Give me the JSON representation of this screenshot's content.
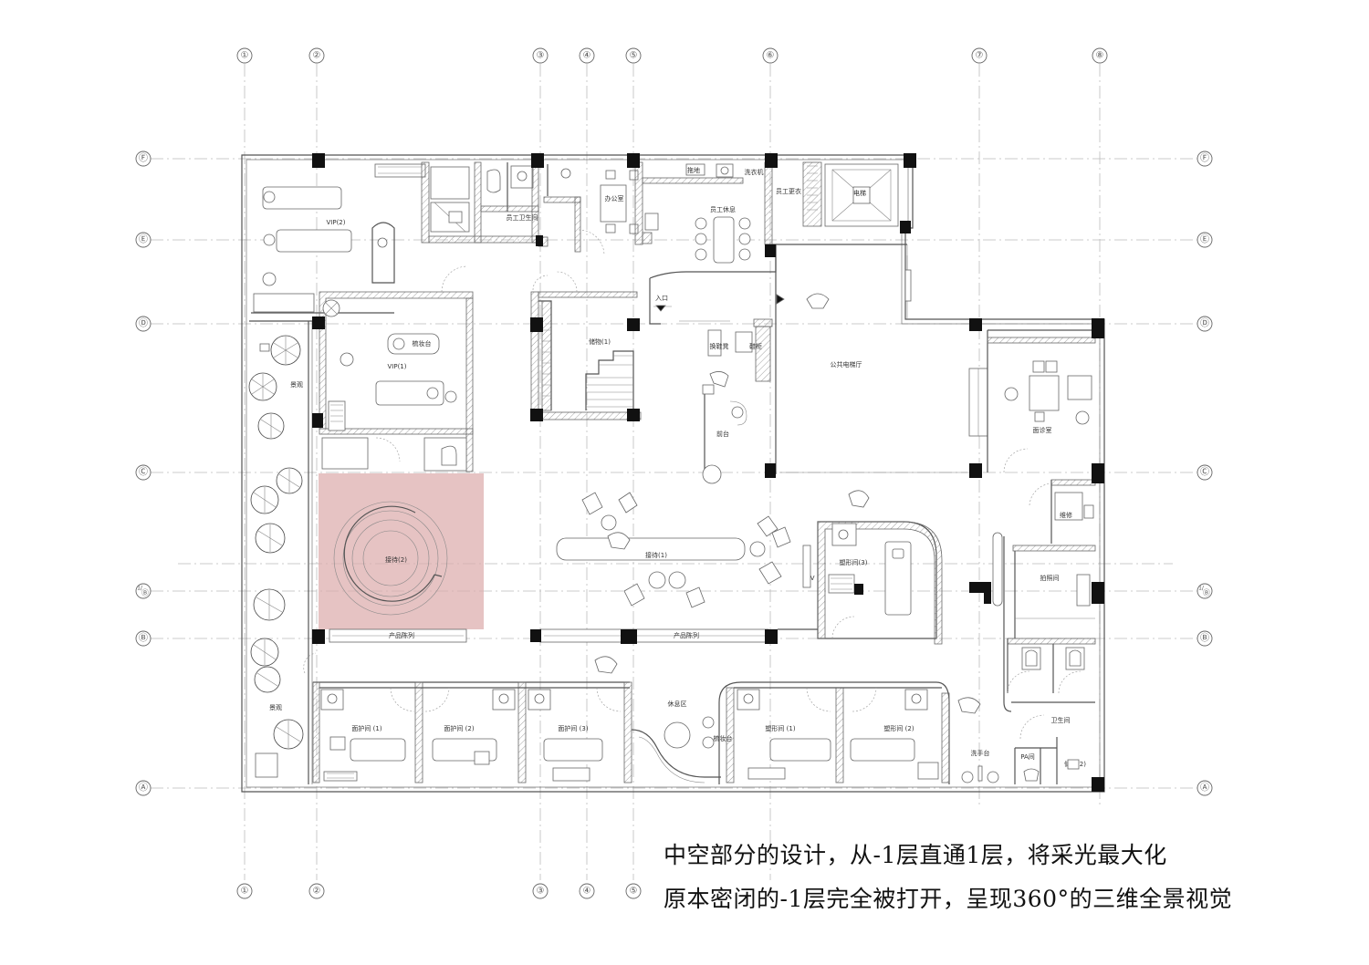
{
  "axes": {
    "vertical": [
      "①",
      "②",
      "③",
      "④",
      "⑤",
      "⑥",
      "⑦",
      "⑧"
    ],
    "horizontal": [
      "Ⓕ",
      "Ⓔ",
      "Ⓓ",
      "Ⓒ",
      "Ⓑ",
      "Ⓐ"
    ],
    "extra_horizontal": "Ⓑ",
    "extra_horizontal_prefix": "1/"
  },
  "rooms": {
    "vip2": "VIP(2)",
    "staff_toilet": "员工卫生间",
    "office": "办公室",
    "staff_rest": "员工休息",
    "mop": "拖地",
    "washer": "洗衣机",
    "staff_change": "员工更衣",
    "elevator": "电梯",
    "entrance": "入口",
    "vip1": "VIP(1)",
    "makeup1": "梳妆台",
    "storage1": "储物(1)",
    "shoe_stool": "换鞋凳",
    "shoe_cabinet": "鞋柜",
    "elevator_hall": "公共电梯厅",
    "landscape1": "景观",
    "reception_desk": "前台",
    "consult": "面诊室",
    "reception2": "接待(2)",
    "reception1": "接待(1)",
    "tv": "TV",
    "shaping3": "塑形间(3)",
    "repair": "维修",
    "photo": "拍照间",
    "display1": "产品陈列",
    "display2": "产品陈列",
    "landscape2": "景观",
    "lounge": "休息区",
    "makeup2": "梳妆台",
    "facial1": "面护间 (1)",
    "facial2": "面护间 (2)",
    "facial3": "面护间 (3)",
    "shaping1": "塑形间 (1)",
    "shaping2": "塑形间 (2)",
    "washbasin": "洗手台",
    "toilet": "卫生间",
    "pa": "PA间",
    "storage2": "储物(2)"
  },
  "caption": {
    "line1": "中空部分的设计，从-1层直通1层，将采光最大化",
    "line2": "原本密闭的-1层完全被打开，呈现360°的三维全景视觉"
  },
  "colors": {
    "highlight": "#dca9aa",
    "columns": "#111111",
    "walls": "#555555"
  }
}
